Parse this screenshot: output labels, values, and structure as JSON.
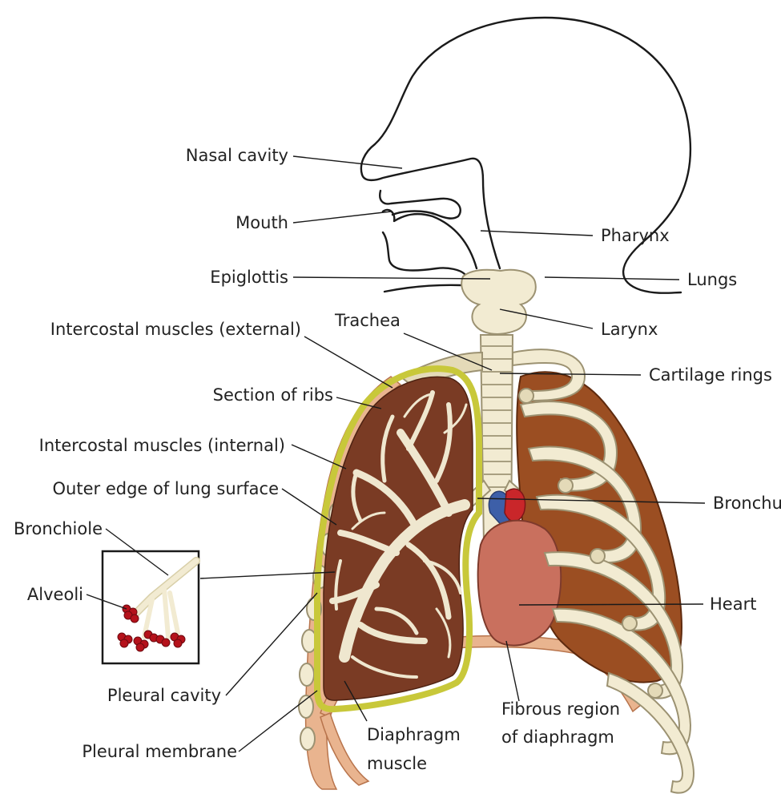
{
  "labels": {
    "nasal_cavity": "Nasal cavity",
    "mouth": "Mouth",
    "pharynx": "Pharynx",
    "epiglottis": "Epiglottis",
    "larynx": "Larynx",
    "trachea": "Trachea",
    "intercostal_external": "Intercostal muscles (external)",
    "cartilage_rings": "Cartilage rings",
    "section_of_ribs": "Section of ribs",
    "lungs": "Lungs",
    "intercostal_internal": "Intercostal muscles (internal)",
    "outer_edge_lung": "Outer edge of lung surface",
    "bronchus": "Bronchus",
    "bronchiole": "Bronchiole",
    "alveoli": "Alveoli",
    "heart": "Heart",
    "pleural_cavity": "Pleural cavity",
    "pleural_membrane": "Pleural membrane",
    "diaphragm_muscle_1": "Diaphragm",
    "diaphragm_muscle_2": "muscle",
    "fibrous_region_1": "Fibrous region",
    "fibrous_region_2": "of diaphragm"
  },
  "colors": {
    "outline": "#1a1a1a",
    "bone": "#f2ebd2",
    "lung_tissue": "#7a3b24",
    "lung_right": "#9b4e22",
    "muscle": "#e9b48f",
    "heart": "#c9705e",
    "pleura": "#c8c83a",
    "alveoli": "#b5121b"
  }
}
